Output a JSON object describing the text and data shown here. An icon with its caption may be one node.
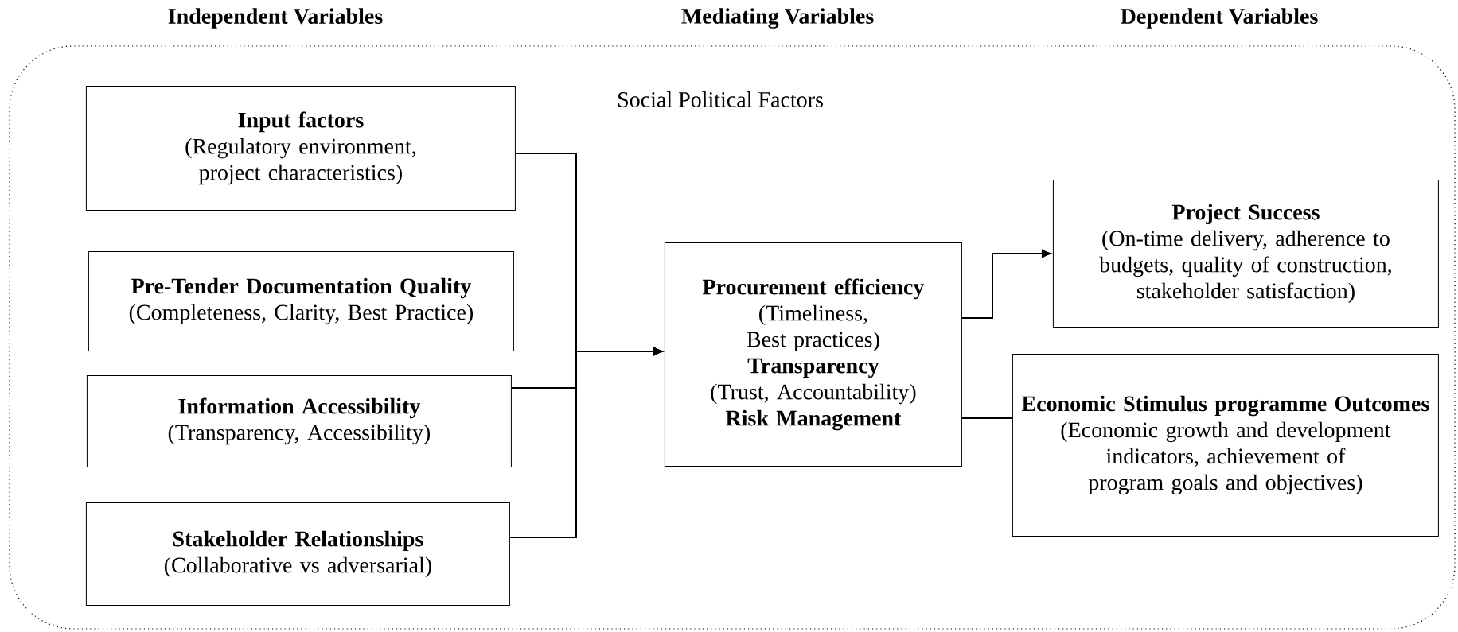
{
  "diagram": {
    "nodes": [
      {
        "text": [
          "Social Political Factors"
        ]
      },
      {
        "text": [
          "Input factors",
          "(Regulatory environment, project characteristics)"
        ],
        "in": 0
      },
      {
        "text": [
          "Pre-Tender Documentation Quality",
          "(Completeness, Clarity, Best Practice)"
        ],
        "in": 0
      },
      {
        "text": [
          "Information Accessibility",
          "(Transparency, Accessibility)"
        ],
        "in": 0
      },
      {
        "text": [
          "Stakeholder Relationships",
          "(Collaborative vs adversarial)"
        ],
        "in": 0
      },
      {
        "text": [
          "Procurement efficiency",
          "(Timeliness, Best practices)",
          "Transparency",
          "(Trust, Accountability)",
          "Risk Management"
        ],
        "in": 0
      },
      {
        "text": [
          "Project Success",
          "(On-time delivery, adherence to budgets, quality of construction, stakeholder satisfaction)"
        ],
        "in": 0
      },
      {
        "text": [
          "Economic Stimulus programme Outcomes",
          "(Economic growth and development indicators, achievement of program goals and objectives)"
        ],
        "in": 0
      }
    ],
    "edges": [
      {
        "from": 1,
        "to": 5,
        "arrow": "to"
      },
      {
        "from": 3,
        "to": 5,
        "arrow": "to"
      },
      {
        "from": 4,
        "to": 5,
        "arrow": "to"
      },
      {
        "from": 5,
        "to": 6,
        "arrow": "to"
      },
      {
        "from": 5,
        "to": 7,
        "arrow": "none"
      }
    ],
    "labels": [
      "Independent Variables",
      "Mediating Variables",
      "Dependent Variables"
    ]
  }
}
